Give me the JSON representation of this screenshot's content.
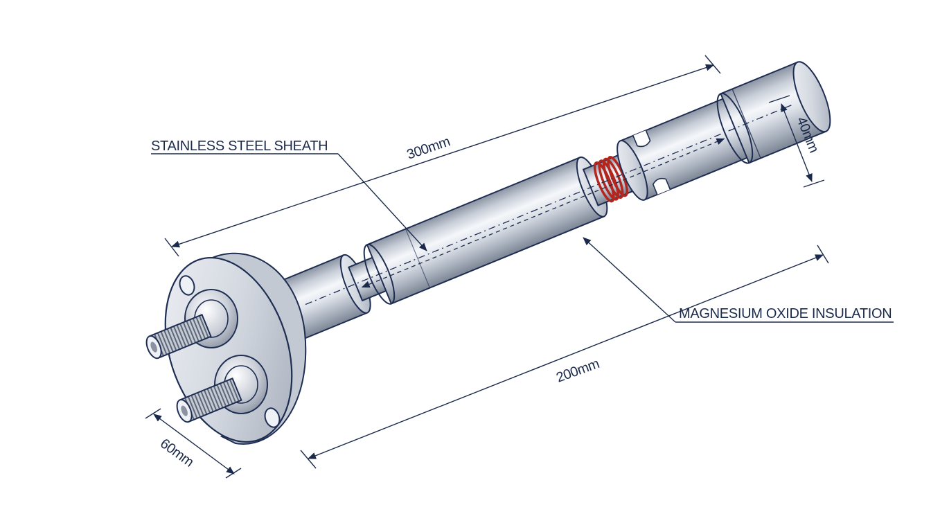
{
  "labels": {
    "sheath": "STAINLESS STEEL SHEATH",
    "insulation": "MAGNESIUM OXIDE INSULATION"
  },
  "dimensions": {
    "overall_length": "300mm",
    "sheath_length": "200mm",
    "end_diameter": "40mm",
    "flange_diameter": "60mm"
  },
  "colors": {
    "outline": "#1e2d52",
    "dimension": "#1b2a4a",
    "metal_light": "#f3f5f9",
    "metal_mid": "#b9c0cc",
    "metal_dark": "#7f8896",
    "coil": "#b3261e"
  }
}
